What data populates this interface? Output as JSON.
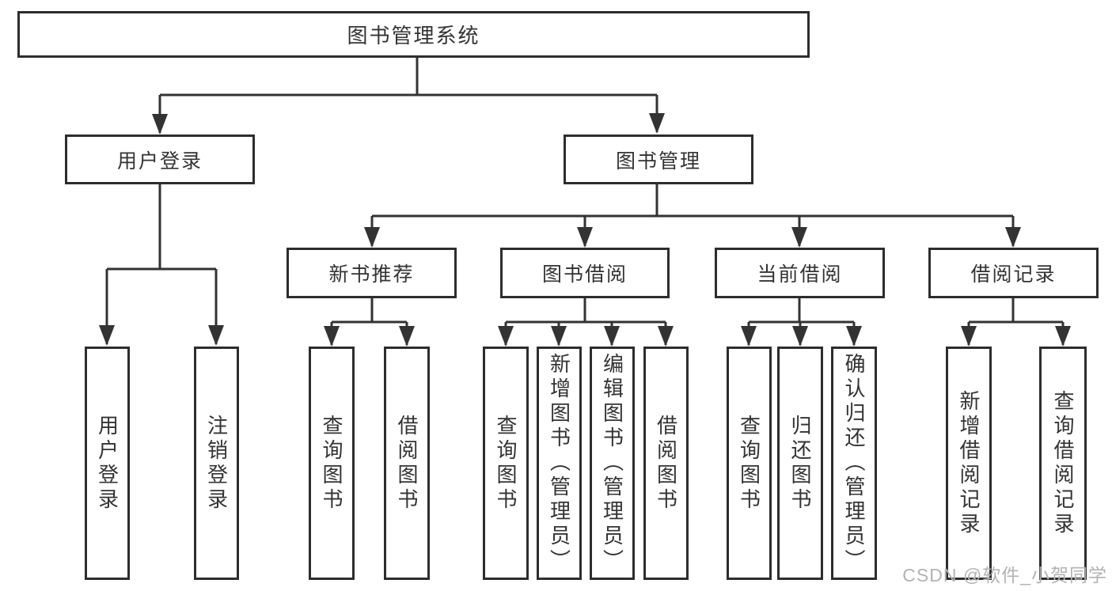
{
  "diagram_type": "function-structure-tree",
  "colors": {
    "line": "#333333",
    "box_border": "#2d2d2d",
    "box_fill": "#ffffff",
    "text": "#333333",
    "watermark_text_color": "#b3b3b3"
  },
  "tree": {
    "label": "图书管理系统",
    "children": [
      {
        "label": "用户登录",
        "children": [
          {
            "label": "用户登录"
          },
          {
            "label": "注销登录"
          }
        ]
      },
      {
        "label": "图书管理",
        "children": [
          {
            "label": "新书推荐",
            "children": [
              {
                "label": "查询图书"
              },
              {
                "label": "借阅图书"
              }
            ]
          },
          {
            "label": "图书借阅",
            "children": [
              {
                "label": "查询图书"
              },
              {
                "label": "新增图书（管理员）"
              },
              {
                "label": "编辑图书（管理员）"
              },
              {
                "label": "借阅图书"
              }
            ]
          },
          {
            "label": "当前借阅",
            "children": [
              {
                "label": "查询图书"
              },
              {
                "label": "归还图书"
              },
              {
                "label": "确认归还（管理员）"
              }
            ]
          },
          {
            "label": "借阅记录",
            "children": [
              {
                "label": "新增借阅记录"
              },
              {
                "label": "查询借阅记录"
              }
            ]
          }
        ]
      }
    ]
  },
  "watermark": {
    "text": "CSDN @软件_小贺同学"
  }
}
